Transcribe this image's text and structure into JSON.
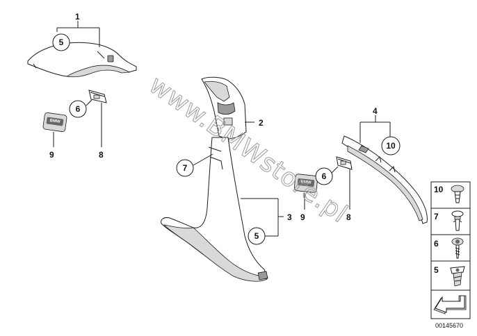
{
  "callouts": {
    "n1": "1",
    "n2": "2",
    "n3": "3",
    "n4": "4",
    "n6a": "6",
    "n7": "7",
    "n8a": "8",
    "n9a": "9",
    "n5a": "5",
    "n5b": "5",
    "n6b": "6",
    "n8b": "8",
    "n9b": "9",
    "n10": "10"
  },
  "watermark": "www.BMWstore.pl",
  "badge_text": "BMW",
  "legend": [
    {
      "label": "10",
      "icon": "expanding-rivet-icon"
    },
    {
      "label": "7",
      "icon": "push-clip-icon"
    },
    {
      "label": "6",
      "icon": "screw-icon"
    },
    {
      "label": "5",
      "icon": "clip-nut-icon"
    },
    {
      "label": "",
      "icon": "arrow-icon"
    }
  ],
  "catalog_number": "00145670"
}
